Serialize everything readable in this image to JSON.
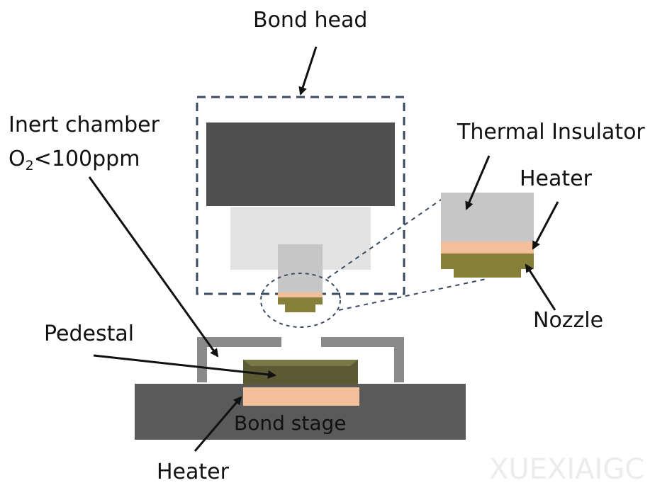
{
  "labels": {
    "bond_head": "Bond head",
    "inert_chamber": "Inert chamber",
    "o2_prefix": "O",
    "o2_subscript": "2",
    "o2_limit": "<100ppm",
    "thermal_insulator": "Thermal Insulator",
    "heater_right": "Heater",
    "nozzle": "Nozzle",
    "pedestal": "Pedestal",
    "bond_stage": "Bond stage",
    "heater_bottom": "Heater"
  },
  "watermark": "XUEXIAIGC",
  "colors": {
    "bond_head_block": "#505050",
    "insulator_light": "#e3e3e3",
    "insulator_grey": "#c6c6c6",
    "heater": "#f3bf9b",
    "nozzle": "#86803a",
    "pedestal": "#5b5a34",
    "bond_stage": "#5a5a5a",
    "chamber_wall": "#8a8a8a",
    "dashed_outline": "#3b4a63"
  }
}
